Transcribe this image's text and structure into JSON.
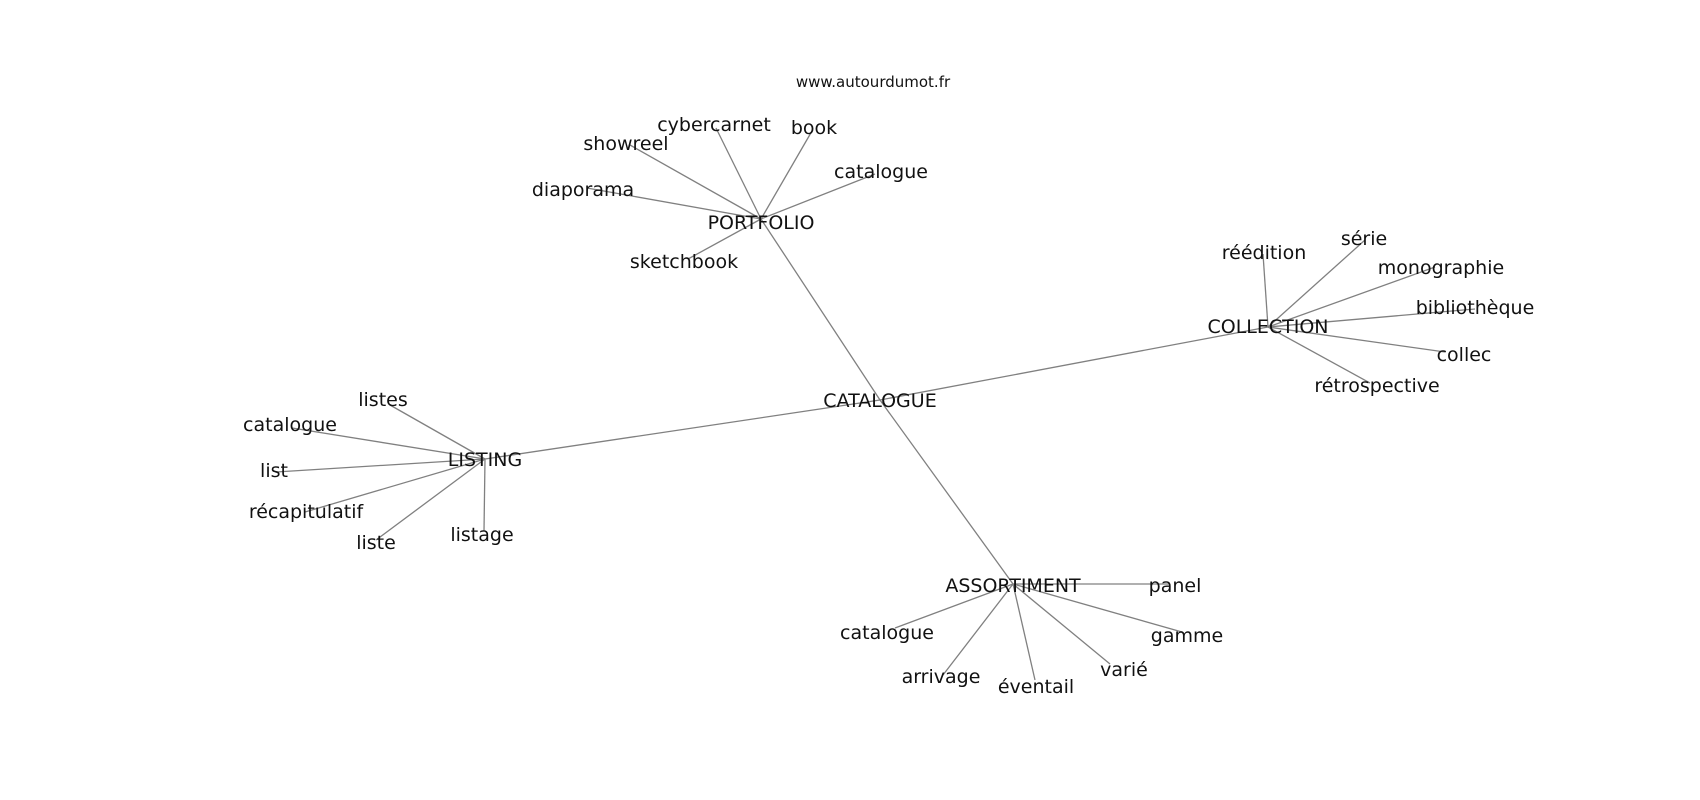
{
  "site": {
    "url": "www.autourdumot.fr"
  },
  "center": {
    "id": "CATALOGUE",
    "label": "CATALOGUE"
  },
  "groups": [
    {
      "id": "PORTFOLIO",
      "label": "PORTFOLIO",
      "leaves": [
        {
          "id": "cybercarnet",
          "label": "cybercarnet"
        },
        {
          "id": "book",
          "label": "book"
        },
        {
          "id": "showreel",
          "label": "showreel"
        },
        {
          "id": "catalogue-portfolio",
          "label": "catalogue"
        },
        {
          "id": "diaporama",
          "label": "diaporama"
        },
        {
          "id": "sketchbook",
          "label": "sketchbook"
        }
      ]
    },
    {
      "id": "COLLECTION",
      "label": "COLLECTION",
      "leaves": [
        {
          "id": "reedition",
          "label": "réédition"
        },
        {
          "id": "serie",
          "label": "série"
        },
        {
          "id": "monographie",
          "label": "monographie"
        },
        {
          "id": "bibliotheque",
          "label": "bibliothèque"
        },
        {
          "id": "collec",
          "label": "collec"
        },
        {
          "id": "retrospective",
          "label": "rétrospective"
        }
      ]
    },
    {
      "id": "LISTING",
      "label": "LISTING",
      "leaves": [
        {
          "id": "listes",
          "label": "listes"
        },
        {
          "id": "catalogue-listing",
          "label": "catalogue"
        },
        {
          "id": "list",
          "label": "list"
        },
        {
          "id": "recapitulatif",
          "label": "récapitulatif"
        },
        {
          "id": "liste",
          "label": "liste"
        },
        {
          "id": "listage",
          "label": "listage"
        }
      ]
    },
    {
      "id": "ASSORTIMENT",
      "label": "ASSORTIMENT",
      "leaves": [
        {
          "id": "panel",
          "label": "panel"
        },
        {
          "id": "catalogue-assortiment",
          "label": "catalogue"
        },
        {
          "id": "gamme",
          "label": "gamme"
        },
        {
          "id": "arrivage",
          "label": "arrivage"
        },
        {
          "id": "eventail",
          "label": "éventail"
        },
        {
          "id": "varie",
          "label": "varié"
        }
      ]
    }
  ]
}
